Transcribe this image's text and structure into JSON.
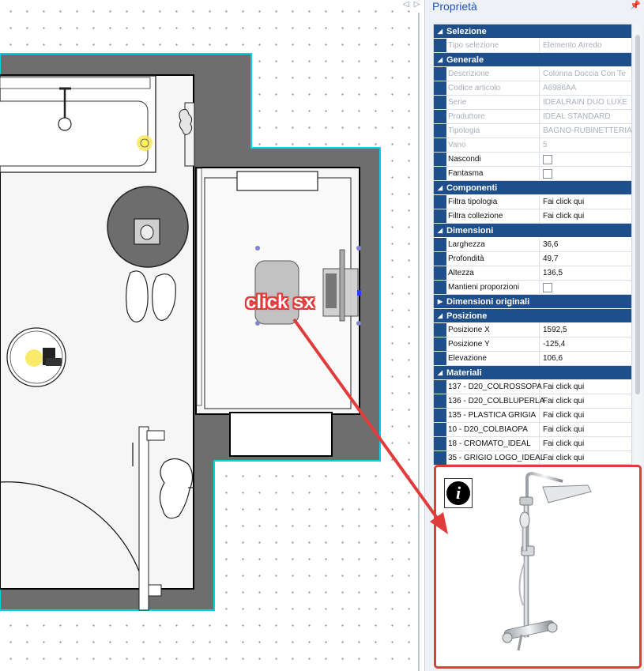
{
  "panel": {
    "title": "Proprietà",
    "pin_icon": "pin-icon",
    "nav_icons": [
      "chevron-left-icon",
      "chevron-right-icon"
    ]
  },
  "categories": [
    {
      "label": "Selezione",
      "expanded": true,
      "rows": [
        {
          "key": "Tipo selezione",
          "value": "Elemento Arredo",
          "disabled": true
        }
      ]
    },
    {
      "label": "Generale",
      "expanded": true,
      "rows": [
        {
          "key": "Descrizione",
          "value": "Colonna Doccia Con Te",
          "disabled": true
        },
        {
          "key": "Codice articolo",
          "value": "A6986AA",
          "disabled": true
        },
        {
          "key": "Serie",
          "value": "IDEALRAIN DUO LUXE",
          "disabled": true
        },
        {
          "key": "Produttore",
          "value": "IDEAL STANDARD",
          "disabled": true
        },
        {
          "key": "Tipologia",
          "value": "BAGNO-RUBINETTERIA",
          "disabled": true
        },
        {
          "key": "Vano",
          "value": "5",
          "disabled": true
        },
        {
          "key": "Nascondi",
          "value": "",
          "checkbox": true,
          "checked": false
        },
        {
          "key": "Fantasma",
          "value": "",
          "checkbox": true,
          "checked": false
        }
      ]
    },
    {
      "label": "Componenti",
      "expanded": true,
      "rows": [
        {
          "key": "Filtra tipologia",
          "value": "Fai click qui"
        },
        {
          "key": "Filtra collezione",
          "value": "Fai click qui"
        }
      ]
    },
    {
      "label": "Dimensioni",
      "expanded": true,
      "rows": [
        {
          "key": "Larghezza",
          "value": "36,6"
        },
        {
          "key": "Profondità",
          "value": "49,7"
        },
        {
          "key": "Altezza",
          "value": "136,5"
        },
        {
          "key": "Mantieni proporzioni",
          "value": "",
          "checkbox": true,
          "checked": false
        }
      ]
    },
    {
      "label": "Dimensioni originali",
      "expanded": false,
      "rows": []
    },
    {
      "label": "Posizione",
      "expanded": true,
      "rows": [
        {
          "key": "Posizione X",
          "value": "1592,5"
        },
        {
          "key": "Posizione Y",
          "value": "-125,4"
        },
        {
          "key": "Elevazione",
          "value": "106,6"
        }
      ]
    },
    {
      "label": "Materiali",
      "expanded": true,
      "rows": [
        {
          "key": "137 - D20_COLROSSOPA",
          "value": "Fai click qui"
        },
        {
          "key": "136 - D20_COLBLUPERLA",
          "value": "Fai click qui"
        },
        {
          "key": "135 - PLASTICA GRIGIA",
          "value": "Fai click qui"
        },
        {
          "key": "10 - D20_COLBIAOPA",
          "value": "Fai click qui"
        },
        {
          "key": "18 - CROMATO_IDEAL",
          "value": "Fai click qui"
        },
        {
          "key": "35 - GRIGIO LOGO_IDEAL",
          "value": "Fai click qui"
        }
      ]
    }
  ],
  "preview": {
    "info_icon_label": "i"
  },
  "annotation": {
    "label": "click sx",
    "color": "#e03c3c"
  },
  "colors": {
    "category_bg": "#1f4f8b",
    "accent_blue": "#1e56b5",
    "wall_gray": "#6e6e6e",
    "outline_cyan": "#00d4e6"
  }
}
